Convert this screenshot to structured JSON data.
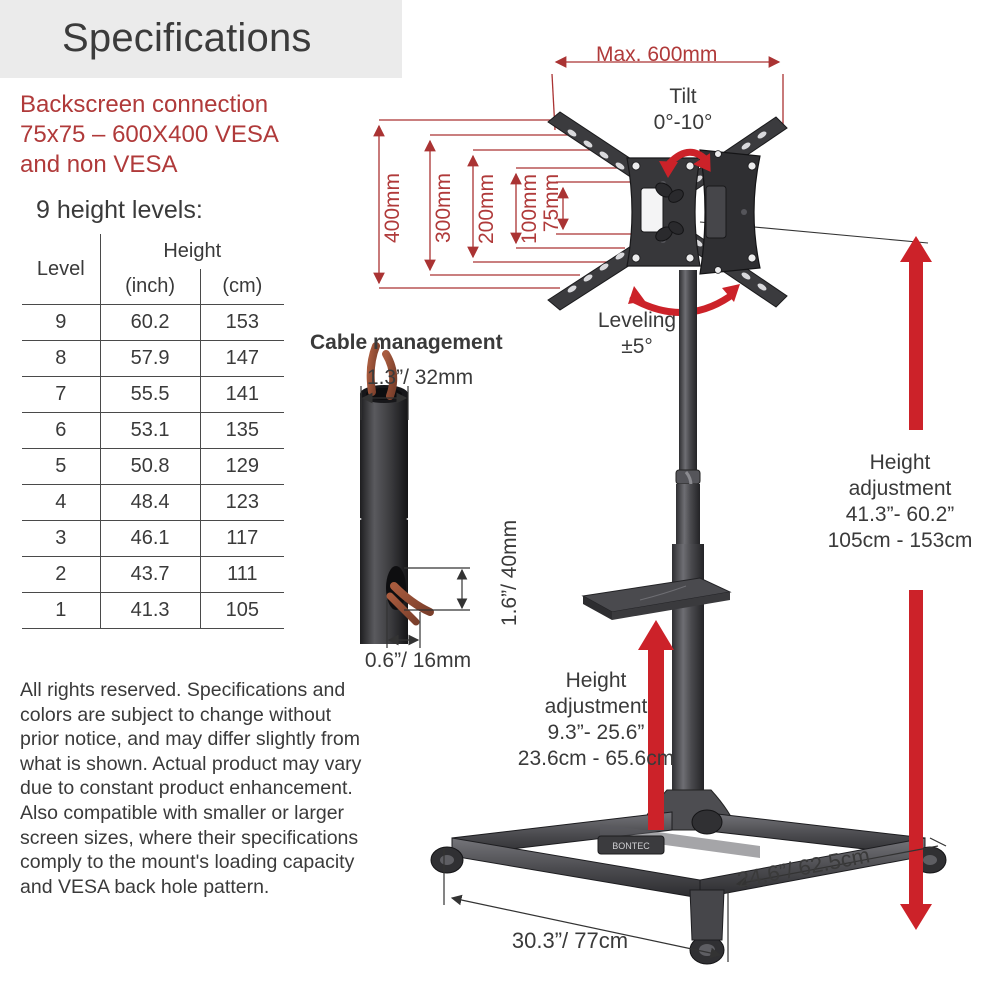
{
  "header": {
    "title": "Specifications"
  },
  "vesa_note": {
    "line1": "Backscreen connection",
    "line2": "75x75 – 600X400 VESA",
    "line3": "and non VESA"
  },
  "levels_table": {
    "title": "9 height levels:",
    "headers": {
      "level": "Level",
      "height": "Height",
      "inch": "(inch)",
      "cm": "(cm)"
    },
    "rows": [
      {
        "level": "9",
        "inch": "60.2",
        "cm": "153"
      },
      {
        "level": "8",
        "inch": "57.9",
        "cm": "147"
      },
      {
        "level": "7",
        "inch": "55.5",
        "cm": "141"
      },
      {
        "level": "6",
        "inch": "53.1",
        "cm": "135"
      },
      {
        "level": "5",
        "inch": "50.8",
        "cm": "129"
      },
      {
        "level": "4",
        "inch": "48.4",
        "cm": "123"
      },
      {
        "level": "3",
        "inch": "46.1",
        "cm": "117"
      },
      {
        "level": "2",
        "inch": "43.7",
        "cm": "111"
      },
      {
        "level": "1",
        "inch": "41.3",
        "cm": "105"
      }
    ]
  },
  "disclaimer": "All rights reserved. Specifications and colors are subject to change without prior notice, and may differ slightly from what is shown. Actual product may vary due to constant product enhancement. Also compatible with smaller or larger screen sizes, where their specifications comply to the mount's loading capacity and VESA back hole pattern.",
  "vesa_diagram": {
    "max_width": "Max. 600mm",
    "v400": "400mm",
    "v300": "300mm",
    "v200": "200mm",
    "v100": "100mm",
    "v75": "75mm",
    "tilt_label": "Tilt",
    "tilt_value": "0°-10°",
    "leveling_label": "Leveling",
    "leveling_value": "±5°"
  },
  "cable_management": {
    "title": "Cable management",
    "top_dim": "1.3”/ 32mm",
    "side_dim": "1.6”/ 40mm",
    "bottom_dim": "0.6”/ 16mm"
  },
  "height_adjust_shelf": {
    "line1": "Height",
    "line2": "adjustment",
    "line3": "9.3”- 25.6”",
    "line4": "23.6cm - 65.6cm"
  },
  "height_adjust_screen": {
    "line1": "Height",
    "line2": "adjustment",
    "line3": "41.3”- 60.2”",
    "line4": "105cm - 153cm"
  },
  "base_dims": {
    "width": "30.3”/ 77cm",
    "depth": "24.6”/ 62.5cm"
  },
  "colors": {
    "accent_red": "#cc2229",
    "note_red": "#b03a3a",
    "header_band": "#ebebeb",
    "text": "#3a3a3a",
    "product_dark": "#4a4a4d"
  }
}
